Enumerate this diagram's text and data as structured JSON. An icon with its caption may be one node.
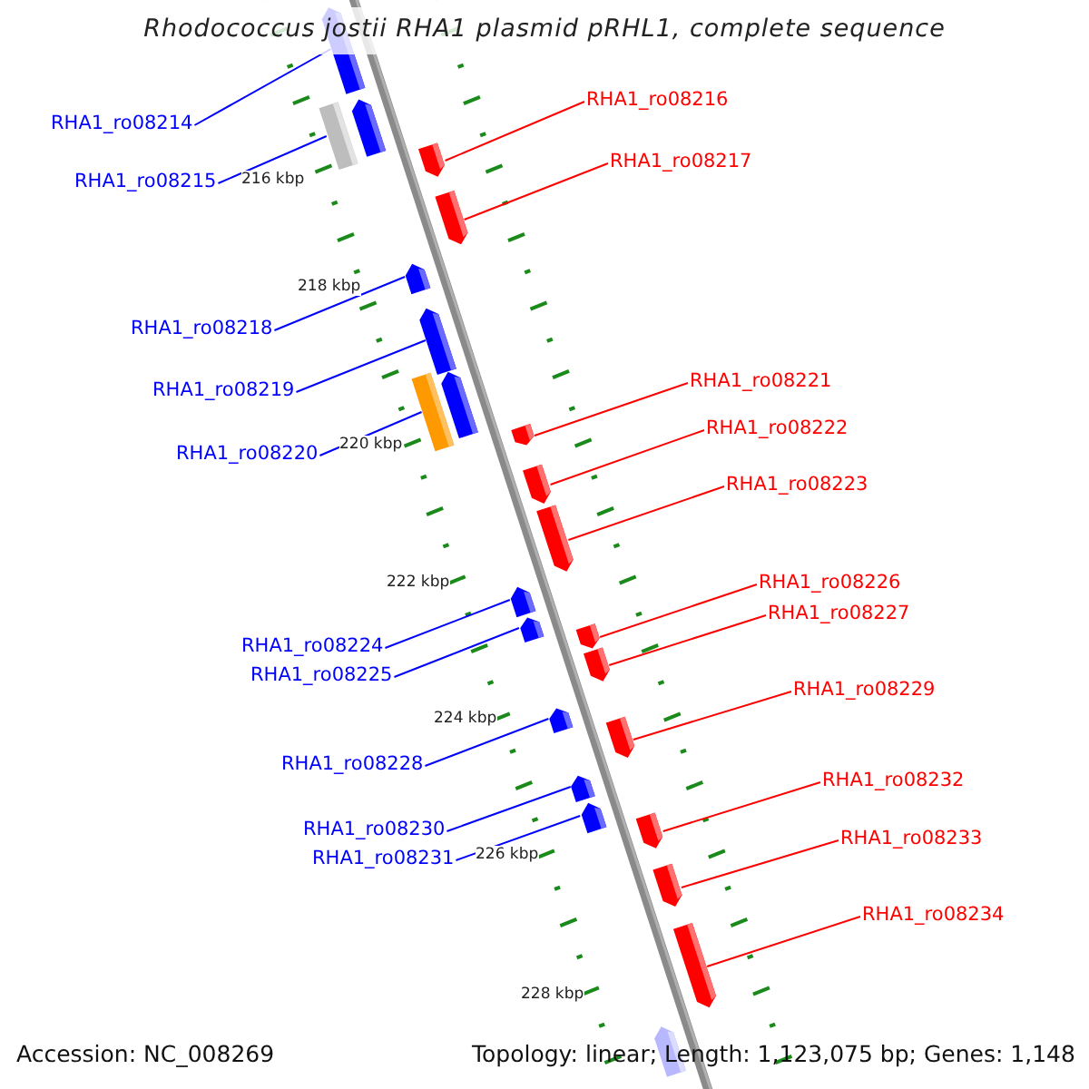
{
  "diagram": {
    "title": "Rhodococcus jostii RHA1 plasmid pRHL1, complete sequence",
    "nodes": [
      {
        "text": [
          "RHA1_ro08216"
        ]
      },
      {
        "text": [],
        "shape": "box"
      },
      {
        "text": [
          "RHA1_ro08214"
        ]
      },
      {
        "text": [],
        "shape": "box"
      },
      {
        "text": [
          "RHA1_ro08217"
        ]
      },
      {
        "text": [],
        "shape": "box"
      },
      {
        "text": [
          "RHA1_ro08215"
        ]
      },
      {
        "text": [],
        "shape": "box"
      },
      {
        "text": [
          "RHA1_ro08218"
        ]
      },
      {
        "text": [],
        "shape": "box"
      },
      {
        "text": [
          "RHA1_ro08221"
        ]
      },
      {
        "text": [],
        "shape": "box"
      },
      {
        "text": [
          "RHA1_ro08219"
        ]
      },
      {
        "text": [],
        "shape": "box"
      },
      {
        "text": [
          "RHA1_ro08222"
        ]
      },
      {
        "text": [],
        "shape": "box"
      },
      {
        "text": [
          "RHA1_ro08220"
        ]
      },
      {
        "text": [],
        "shape": "box"
      },
      {
        "text": [
          "RHA1_ro08223"
        ]
      },
      {
        "text": [],
        "shape": "box"
      },
      {
        "text": [
          "RHA1_ro08226"
        ]
      },
      {
        "text": [],
        "shape": "box"
      },
      {
        "text": [
          "RHA1_ro08227"
        ]
      },
      {
        "text": [],
        "shape": "box"
      },
      {
        "text": [
          "RHA1_ro08224"
        ]
      },
      {
        "text": [],
        "shape": "box"
      },
      {
        "text": [
          "RHA1_ro08225"
        ]
      },
      {
        "text": [],
        "shape": "box"
      },
      {
        "text": [
          "RHA1_ro08229"
        ]
      },
      {
        "text": [],
        "shape": "box"
      },
      {
        "text": [
          "RHA1_ro08228"
        ]
      },
      {
        "text": [],
        "shape": "box"
      },
      {
        "text": [
          "RHA1_ro08232"
        ]
      },
      {
        "text": [],
        "shape": "box"
      },
      {
        "text": [
          "RHA1_ro08230"
        ]
      },
      {
        "text": [],
        "shape": "box"
      },
      {
        "text": [
          "RHA1_ro08233"
        ]
      },
      {
        "text": [],
        "shape": "box"
      },
      {
        "text": [
          "RHA1_ro08231"
        ]
      },
      {
        "text": [],
        "shape": "box"
      },
      {
        "text": [
          "RHA1_ro08234"
        ]
      },
      {
        "text": [],
        "shape": "box"
      }
    ],
    "edges": [
      {
        "from": 0,
        "to": 1,
        "arrow": "none",
        "color": "#ff0000"
      },
      {
        "from": 2,
        "to": 3,
        "arrow": "none",
        "color": "#0000ff"
      },
      {
        "from": 4,
        "to": 5,
        "arrow": "none",
        "color": "#ff0000"
      },
      {
        "from": 6,
        "to": 7,
        "arrow": "none",
        "color": "#0000ff"
      },
      {
        "from": 8,
        "to": 9,
        "arrow": "none",
        "color": "#0000ff"
      },
      {
        "from": 10,
        "to": 11,
        "arrow": "none",
        "color": "#ff0000"
      },
      {
        "from": 12,
        "to": 13,
        "arrow": "none",
        "color": "#0000ff"
      },
      {
        "from": 14,
        "to": 15,
        "arrow": "none",
        "color": "#ff0000"
      },
      {
        "from": 16,
        "to": 17,
        "arrow": "none",
        "color": "#0000ff"
      },
      {
        "from": 18,
        "to": 19,
        "arrow": "none",
        "color": "#ff0000"
      },
      {
        "from": 20,
        "to": 21,
        "arrow": "none",
        "color": "#ff0000"
      },
      {
        "from": 22,
        "to": 23,
        "arrow": "none",
        "color": "#ff0000"
      },
      {
        "from": 24,
        "to": 25,
        "arrow": "none",
        "color": "#0000ff"
      },
      {
        "from": 26,
        "to": 27,
        "arrow": "none",
        "color": "#0000ff"
      },
      {
        "from": 28,
        "to": 29,
        "arrow": "none",
        "color": "#ff0000"
      },
      {
        "from": 30,
        "to": 31,
        "arrow": "none",
        "color": "#0000ff"
      },
      {
        "from": 32,
        "to": 33,
        "arrow": "none",
        "color": "#ff0000"
      },
      {
        "from": 34,
        "to": 35,
        "arrow": "none",
        "color": "#0000ff"
      },
      {
        "from": 36,
        "to": 37,
        "arrow": "none",
        "color": "#ff0000"
      },
      {
        "from": 38,
        "to": 39,
        "arrow": "none",
        "color": "#0000ff"
      },
      {
        "from": 40,
        "to": 41,
        "arrow": "none",
        "color": "#ff0000"
      }
    ],
    "labels": [
      "216 kbp",
      "218 kbp",
      "220 kbp",
      "222 kbp",
      "224 kbp",
      "226 kbp",
      "228 kbp",
      "Accession: NC_008269",
      "Topology: linear; Length: 1,123,075 bp; Genes: 1,148"
    ]
  }
}
